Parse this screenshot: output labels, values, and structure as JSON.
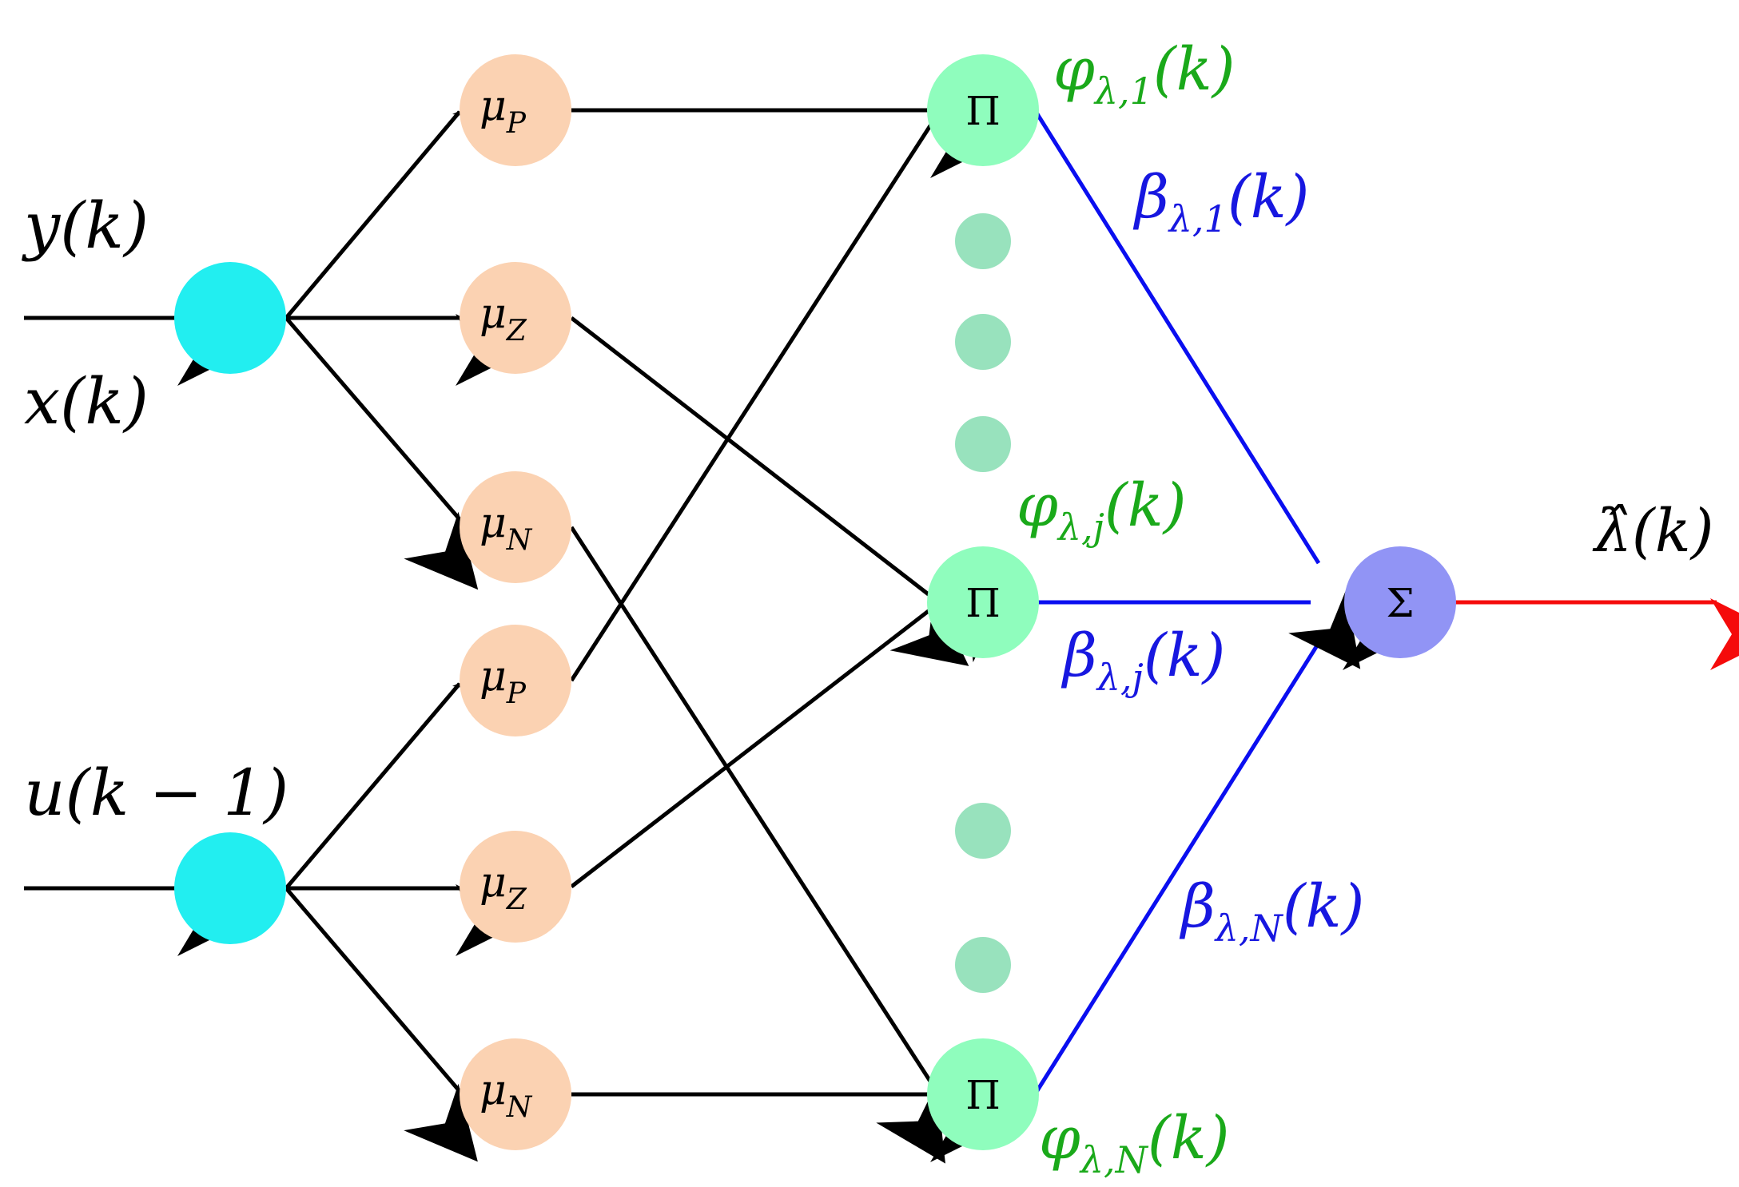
{
  "colors": {
    "input_node": "#22eef0",
    "membership_node": "#fbd2b2",
    "rule_node": "#8ffdbd",
    "ellipsis_dot": "#98e2bd",
    "sum_node": "#9194f5",
    "black_edge": "#000000",
    "blue_edge": "#0a0ef0",
    "output_arrow": "#f50b0b",
    "green_label": "#1aa91a",
    "blue_label": "#1717e0"
  },
  "inputs": {
    "top_upper_label": "y(k)",
    "top_lower_label": "x(k)",
    "bottom_label": "u(k − 1)"
  },
  "membership": {
    "top": [
      {
        "base": "μ",
        "sub": "P"
      },
      {
        "base": "μ",
        "sub": "Z"
      },
      {
        "base": "μ",
        "sub": "N"
      }
    ],
    "bottom": [
      {
        "base": "μ",
        "sub": "P"
      },
      {
        "base": "μ",
        "sub": "Z"
      },
      {
        "base": "μ",
        "sub": "N"
      }
    ]
  },
  "rules": {
    "node_symbol": "Π",
    "firing_labels": [
      {
        "base": "φ",
        "sub": "λ,1",
        "arg": "(k)"
      },
      {
        "base": "φ",
        "sub": "λ,j",
        "arg": "(k)"
      },
      {
        "base": "φ",
        "sub": "λ,N",
        "arg": "(k)"
      }
    ],
    "weight_labels": [
      {
        "base": "β",
        "sub": "λ,1",
        "arg": "(k)"
      },
      {
        "base": "β",
        "sub": "λ,j",
        "arg": "(k)"
      },
      {
        "base": "β",
        "sub": "λ,N",
        "arg": "(k)"
      }
    ]
  },
  "output": {
    "sum_symbol": "Σ",
    "label": "λ̂(k)"
  }
}
